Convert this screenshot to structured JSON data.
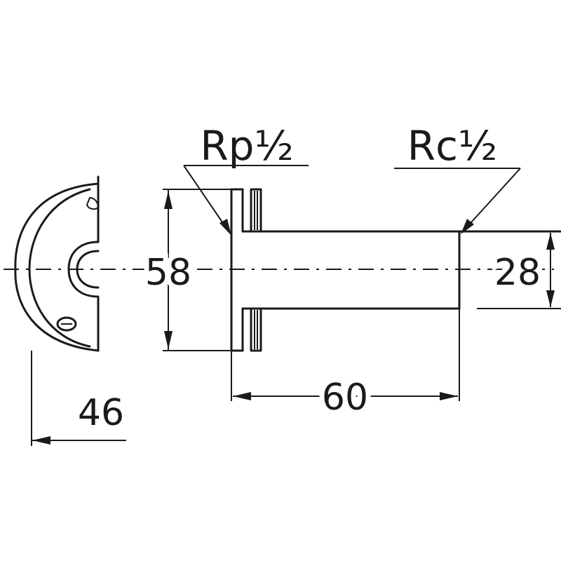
{
  "drawing": {
    "threads": {
      "inlet": "Rp½",
      "outlet": "Rc½"
    },
    "dimensions": {
      "flange_diameter": "58",
      "pipe_length": "60",
      "pipe_diameter": "28",
      "flange_depth": "46"
    },
    "ink_color": "#1a1a1a"
  }
}
